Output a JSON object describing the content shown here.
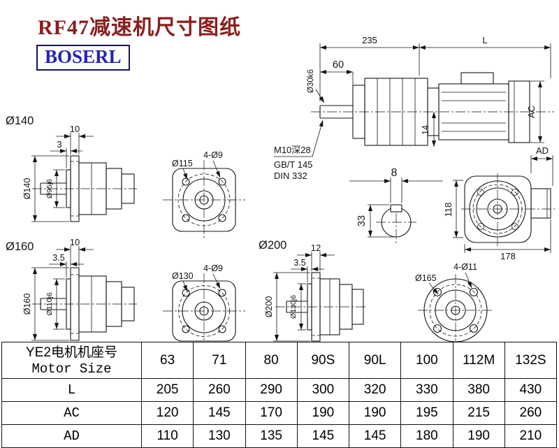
{
  "page": {
    "title": "RF47减速机尺寸图纸",
    "brand": "BOSERL"
  },
  "colors": {
    "title": "#8b1d1d",
    "brand": "#2323bb",
    "line": "#141414"
  },
  "side_view": {
    "dim_235": "235",
    "dim_L": "L",
    "dim_60": "60",
    "shaft_label": "Ø30k6",
    "dim_AC": "AC",
    "dim_14": "14",
    "note_line1": "M10深28",
    "note_line2": "GB/T 145",
    "note_line3": "DIN 332"
  },
  "keyway_section": {
    "dim_8": "8",
    "dim_33": "33"
  },
  "rear_view": {
    "dim_118": "118",
    "dim_178": "178",
    "dim_AD": "AD"
  },
  "flange140_view": {
    "title": "Ø140",
    "dim_10": "10",
    "dim_3": "3",
    "dia_flange": "Ø140",
    "dia_pilot": "Ø95j6"
  },
  "front115_view": {
    "holes": "4-Ø9",
    "bolt_circle": "Ø115"
  },
  "flange160_view": {
    "title": "Ø160",
    "dim_10": "10",
    "dim_3_5": "3.5",
    "dia_flange": "Ø160",
    "dia_pilot": "Ø110j6"
  },
  "front130_view": {
    "holes": "4-Ø9",
    "bolt_circle": "Ø130"
  },
  "flange200_view": {
    "title": "Ø200",
    "dim_12": "12",
    "dim_3_5": "3.5",
    "dia_flange": "Ø200",
    "dia_pilot": "Ø130j6"
  },
  "front165_view": {
    "holes": "4-Ø11",
    "bolt_circle": "Ø165"
  },
  "table": {
    "row_header_cn": "YE2电机机座号",
    "row_header_en": "Motor Size",
    "columns": [
      "63",
      "71",
      "80",
      "90S",
      "90L",
      "100",
      "112M",
      "132S"
    ],
    "rows": [
      {
        "label": "L",
        "values": [
          "205",
          "260",
          "290",
          "300",
          "320",
          "330",
          "380",
          "430"
        ]
      },
      {
        "label": "AC",
        "values": [
          "120",
          "145",
          "170",
          "190",
          "190",
          "195",
          "215",
          "260"
        ]
      },
      {
        "label": "AD",
        "values": [
          "110",
          "130",
          "135",
          "145",
          "145",
          "180",
          "190",
          "210"
        ]
      }
    ]
  }
}
